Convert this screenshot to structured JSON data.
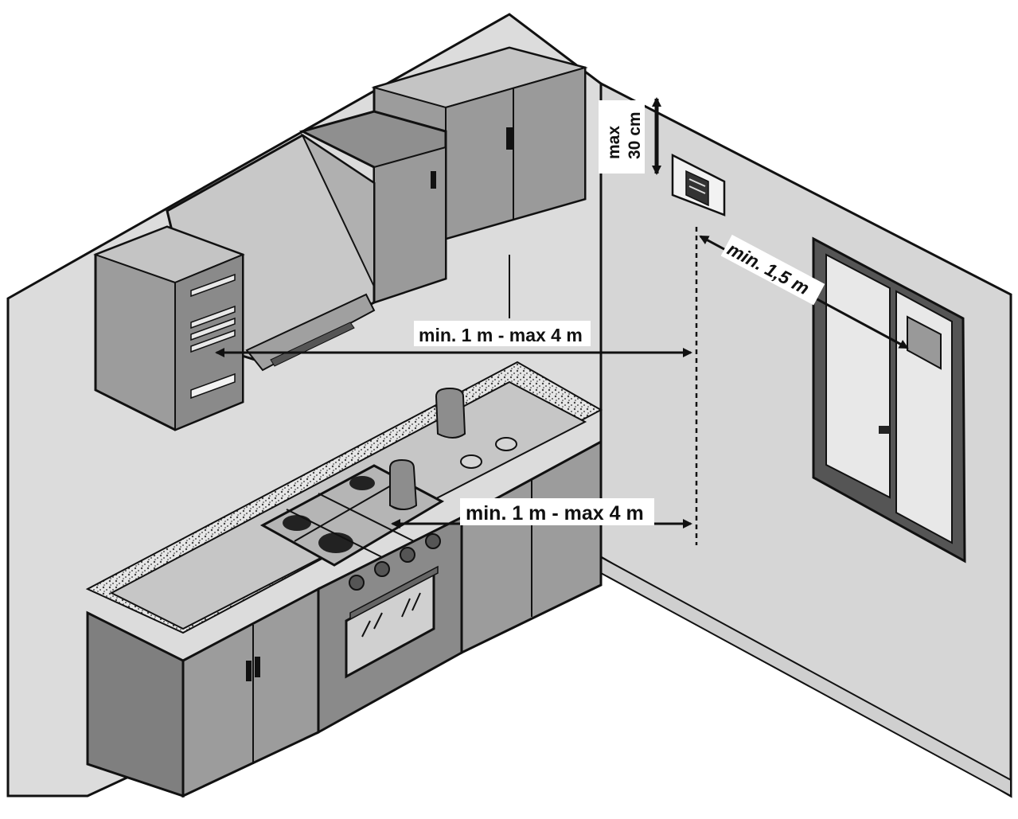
{
  "annotations": {
    "distance_upper": "min. 1 m - max 4 m",
    "distance_lower": "min. 1 m - max 4 m",
    "distance_window": "min. 1,5 m",
    "height_line1": "max",
    "height_line2": "30 cm"
  },
  "colors": {
    "wall": "#dcdcdc",
    "wall_dark": "#cfcfcf",
    "cabinet_front": "#9c9c9c",
    "cabinet_side": "#7f7f7f",
    "cabinet_top": "#c4c4c4",
    "outline": "#111111",
    "countertop": "#bdbdbd"
  }
}
